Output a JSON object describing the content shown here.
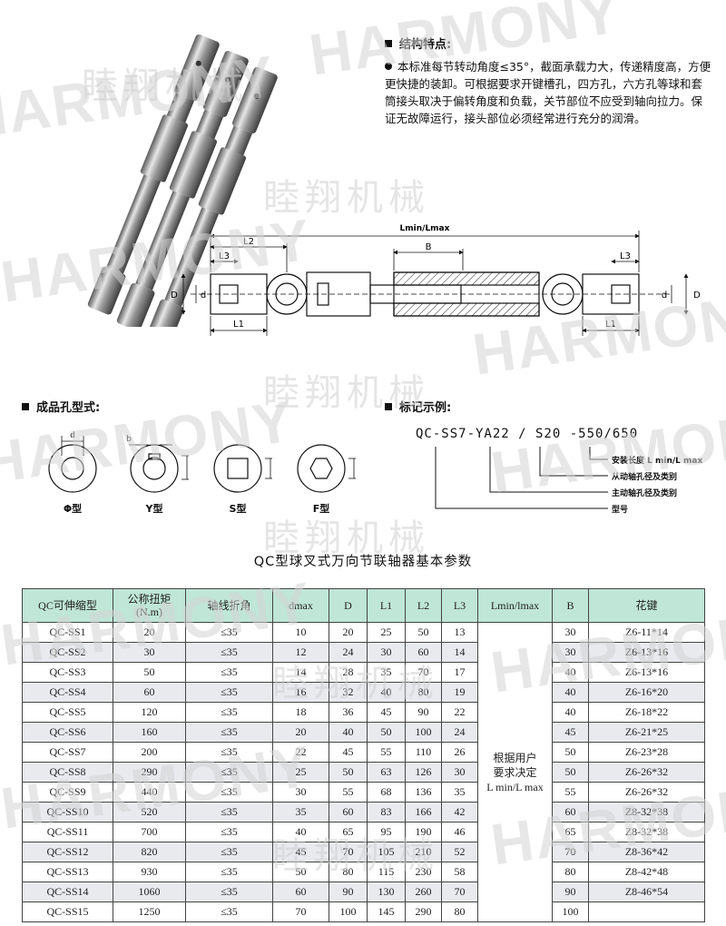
{
  "watermark": {
    "brand": "HARMONY",
    "chinese": "睦翔机械"
  },
  "features": {
    "heading": "结构特点:",
    "text": "本标准每节转动角度≤35°，截面承载力大，传递精度高，方便更快捷的装卸。可根据要求开键槽孔，四方孔，六方孔等球和套筒接头取决于偏转角度和负载，关节部位不应受到轴向拉力。保证无故障运行，接头部位必须经常进行充分的润滑。"
  },
  "drawing": {
    "total_label": "Lmin/Lmax",
    "labels": {
      "L1": "L1",
      "L2": "L2",
      "L3": "L3",
      "B": "B",
      "D": "D",
      "d": "d"
    }
  },
  "holes": {
    "heading": "成品孔型式:",
    "types": [
      "Φ型",
      "Y型",
      "S型",
      "F型"
    ],
    "dims": {
      "d": "d",
      "b": "b"
    }
  },
  "marking": {
    "heading": "标记示例:",
    "code": "QC-SS7-YA22 / S20 -550/650",
    "legend": [
      "安装长度 L min/L max",
      "从动轴孔径及类别",
      "主动轴孔径及类别",
      "型号"
    ]
  },
  "table": {
    "title": "QC型球叉式万向节联轴器基本参数",
    "headers": [
      "QC可伸缩型",
      "公称扭矩\n(N.m)",
      "轴线折角",
      "dmax",
      "D",
      "L1",
      "L2",
      "L3",
      "Lmin/lmax",
      "B",
      "花键"
    ],
    "merged_note": "根据用户\n要求决定\nL min/L max",
    "rows": [
      [
        "QC-SS1",
        "20",
        "≤35",
        "10",
        "20",
        "25",
        "50",
        "13",
        "30",
        "Z6-11*14"
      ],
      [
        "QC-SS2",
        "30",
        "≤35",
        "12",
        "24",
        "30",
        "60",
        "14",
        "30",
        "Z6-13*16"
      ],
      [
        "QC-SS3",
        "50",
        "≤35",
        "14",
        "28",
        "35",
        "70",
        "17",
        "40",
        "Z6-13*16"
      ],
      [
        "QC-SS4",
        "60",
        "≤35",
        "16",
        "32",
        "40",
        "80",
        "19",
        "40",
        "Z6-16*20"
      ],
      [
        "QC-SS5",
        "120",
        "≤35",
        "18",
        "36",
        "45",
        "90",
        "22",
        "40",
        "Z6-18*22"
      ],
      [
        "QC-SS6",
        "160",
        "≤35",
        "20",
        "40",
        "50",
        "100",
        "24",
        "45",
        "Z6-21*25"
      ],
      [
        "QC-SS7",
        "200",
        "≤35",
        "22",
        "45",
        "55",
        "110",
        "26",
        "50",
        "Z6-23*28"
      ],
      [
        "QC-SS8",
        "290",
        "≤35",
        "25",
        "50",
        "63",
        "126",
        "30",
        "50",
        "Z6-26*32"
      ],
      [
        "QC-SS9",
        "440",
        "≤35",
        "30",
        "55",
        "68",
        "136",
        "35",
        "55",
        "Z6-26*32"
      ],
      [
        "QC-SS10",
        "520",
        "≤35",
        "35",
        "60",
        "83",
        "166",
        "42",
        "60",
        "Z8-32*38"
      ],
      [
        "QC-SS11",
        "700",
        "≤35",
        "40",
        "65",
        "95",
        "190",
        "46",
        "65",
        "Z8-32*38"
      ],
      [
        "QC-SS12",
        "820",
        "≤35",
        "45",
        "70",
        "105",
        "210",
        "52",
        "70",
        "Z8-36*42"
      ],
      [
        "QC-SS13",
        "930",
        "≤35",
        "50",
        "80",
        "115",
        "230",
        "58",
        "80",
        "Z8-42*48"
      ],
      [
        "QC-SS14",
        "1060",
        "≤35",
        "60",
        "90",
        "130",
        "260",
        "70",
        "90",
        "Z8-46*54"
      ],
      [
        "QC-SS15",
        "1250",
        "≤35",
        "70",
        "100",
        "145",
        "290",
        "80",
        "100",
        ""
      ]
    ]
  }
}
